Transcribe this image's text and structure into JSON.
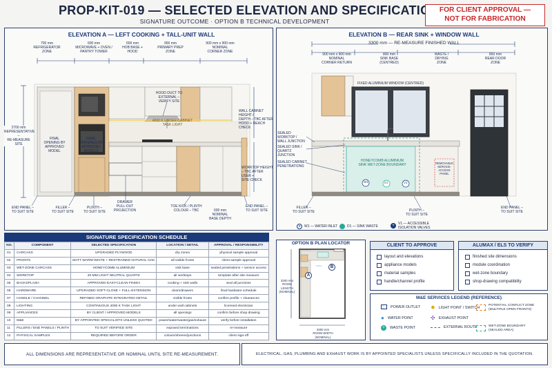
{
  "header": {
    "title": "PROP-KIT-019 — SELECTED ELEVATION AND SPECIFICATION",
    "subtitle1": "SIGNATURE OUTCOME",
    "subtitle2": "OPTION B TECHNICAL DEVELOPMENT",
    "approval_line1": "FOR CLIENT APPROVAL —",
    "approval_line2": "NOT FOR FABRICATION"
  },
  "elev_a": {
    "title": "ELEVATION A — LEFT COOKING + TALL-UNIT WALL",
    "dims": [
      {
        "l1": "700 mm",
        "l2": "REFRIGERATOR",
        "l3": "ZONE"
      },
      {
        "l1": "600 mm",
        "l2": "MICROWAVE + OVEN /",
        "l3": "PANTRY TOWER"
      },
      {
        "l1": "600 mm",
        "l2": "HOB BASE +",
        "l3": "HOOD"
      },
      {
        "l1": "900 mm",
        "l2": "PRIMARY PREP",
        "l3": "ZONE"
      },
      {
        "l1": "900 mm x 900 mm",
        "l2": "NOMINAL",
        "l3": "CORNER ZONE"
      }
    ],
    "height_l1": "2700 mm",
    "height_l2": "REPRESENTATIVE –",
    "height_l3": "RE-MEASURE SITE",
    "fridge_note": [
      "FINAL",
      "OPENING BY",
      "APPROVED",
      "MODEL"
    ],
    "oven_note": [
      "FINAL",
      "OPENINGS BY",
      "APPROVED",
      "MODELS"
    ],
    "hood_duct": [
      "HOOD DUCT TO",
      "EXTERNAL –",
      "VERIFY SITE"
    ],
    "task_light": [
      "4000 K UNDER-CABINET",
      "TASK LIGHT"
    ],
    "wall_cab": [
      "WALL CABINET HEIGHT /",
      "DEPTH – TBC AFTER",
      "HOOD + REACH CHECK"
    ],
    "worktop_h": [
      "WORKTOP HEIGHT",
      "– TBC AFTER USER +",
      "SITE CHECK"
    ],
    "end_panel": [
      "END PANEL –",
      "TO SUIT SITE"
    ],
    "filler": [
      "FILLER –",
      "TO SUIT SITE"
    ],
    "plinth": [
      "PLINTH –",
      "TO SUIT SITE"
    ],
    "drawer": [
      "DRAWER",
      "PULL-OUT",
      "PROJECTION"
    ],
    "toe_kick": [
      "TOE KICK / PLINTH",
      "COLOUR – TBC"
    ],
    "base_depth": [
      "600 mm",
      "NOMINAL",
      "BASE DEPTH"
    ]
  },
  "elev_b": {
    "title": "ELEVATION B — REAR SINK + WINDOW WALL",
    "overall": "3300 mm — RE-MEASURE FINISHED WALL",
    "dims": [
      {
        "l1": "900 mm x 900 mm",
        "l2": "NOMINAL",
        "l3": "CORNER RETURN"
      },
      {
        "l1": "800 mm",
        "l2": "SINK BASE",
        "l3": "(CENTRED)"
      },
      {
        "l1": "WASTE /",
        "l2": "DRYING",
        "l3": "ZONE"
      },
      {
        "l1": "850 mm",
        "l2": "REAR DOOR",
        "l3": "ZONE"
      }
    ],
    "window": "FIXED ALUMINIUM WINDOW (CENTRED)",
    "sealed_worktop": [
      "SEALED WORKTOP /",
      "WALL JUNCTION"
    ],
    "sealed_sink": [
      "SEALED SINK /",
      "QUARTZ JUNCTION"
    ],
    "sealed_cab": [
      "SEALED CABINET",
      "PENETRATIONS"
    ],
    "wetzone": [
      "HONEYCOMB ALUMINIUM",
      "SINK WET-ZONE BOUNDARY"
    ],
    "service_panel": [
      "REMOVABLE",
      "SERVICE-",
      "ACCESS",
      "PANEL"
    ],
    "filler": [
      "FILLER –",
      "TO SUIT SITE"
    ],
    "plinth": [
      "PLINTH –",
      "TO SUIT SITE"
    ],
    "end_panel": [
      "END PANEL –",
      "TO SUIT SITE"
    ],
    "w1": "W1 — WATER INLET",
    "d1": "D1 — SINK WASTE",
    "v1": [
      "V1 — ACCESSIBLE",
      "ISOLATION VALVES"
    ]
  },
  "schedule": {
    "title": "SIGNATURE SPECIFICATION SCHEDULE",
    "headers": [
      "NO.",
      "COMPONENT",
      "SELECTED SPECIFICATION",
      "LOCATION / DETAIL",
      "APPROVAL / RESPONSIBILITY"
    ],
    "rows": [
      [
        "01",
        "CARCASS",
        "UPGRADED PLYWOOD",
        "dry zones",
        "physical sample approval"
      ],
      [
        "02",
        "FRONTS",
        "MATT WARM-WHITE + RESTRAINED NATURAL OAK",
        "all visible fronts",
        "client sample approval"
      ],
      [
        "03",
        "WET-ZONE CARCASS",
        "HONEYCOMB ALUMINIUM",
        "sink base",
        "sealed penetrations + service access"
      ],
      [
        "04",
        "WORKTOP",
        "20 MM LIGHT NEUTRAL QUARTZ",
        "all worktops",
        "template after site measure"
      ],
      [
        "05",
        "BACKSPLASH",
        "APPROVED EASY-CLEAN FINISH",
        "cooking + sink walls",
        "seal all junctions"
      ],
      [
        "06",
        "HARDWARE",
        "UPGRADED SOFT-CLOSE + FULL-EXTENSION",
        "doors/drawers",
        "final hardware schedule"
      ],
      [
        "07",
        "HANDLE / CHANNEL",
        "REFINED GRAPHITE INTEGRATED DETAIL",
        "visible fronts",
        "confirm profile + clearances"
      ],
      [
        "08",
        "LIGHTING",
        "CONTINUOUS 4000 K TASK LIGHT",
        "under wall cabinets",
        "licensed electrician"
      ],
      [
        "09",
        "APPLIANCES",
        "BY CLIENT / APPROVED MODELS",
        "all openings",
        "confirm before shop drawing"
      ],
      [
        "10",
        "M&E",
        "BY APPOINTED SPECIALISTS UNLESS QUOTED",
        "power/water/waste/gas/exhaust",
        "verify before installation"
      ],
      [
        "11",
        "FILLERS / END PANELS / PLINTH",
        "TO SUIT VERIFIED SITE",
        "exposed terminations",
        "re-measure"
      ],
      [
        "12",
        "PHYSICAL SAMPLES",
        "REQUIRED BEFORE ORDER",
        "colours/sheens/junctions",
        "client sign-off"
      ]
    ]
  },
  "plan": {
    "title": "OPTION B PLAN LOCATOR",
    "length_l1": "3200 mm",
    "length_l2": "ROOM LENGTH",
    "length_l3": "(NOMINAL)",
    "width_l1": "3300 mm",
    "width_l2": "ROOM WIDTH",
    "width_l3": "(NOMINAL)",
    "tag_a": "A",
    "tag_b": "B"
  },
  "client": {
    "title": "CLIENT TO APPROVE",
    "items": [
      "layout and elevations",
      "appliance models",
      "material samples",
      "handle/channel profile"
    ]
  },
  "alumax": {
    "title": "ALUMAX / ELS TO VERIFY",
    "items": [
      "finished site dimensions",
      "module coordination",
      "wet-zone boundary",
      "shop-drawing compatibility"
    ]
  },
  "legend": {
    "title": "M&E SERVICES LEGEND (REFERENCE)",
    "power": "POWER OUTLET",
    "water": "WATER POINT",
    "waste": "WASTE POINT",
    "light": "LIGHT POINT / SWITCH",
    "exhaust": "EXHAUST POINT",
    "external": "EXTERNAL ROUTE",
    "conflict": [
      "POTENTIAL CONFLICT ZONE",
      "(MULTIPLE OPEN FRONTS)"
    ],
    "wetzone": [
      "WET-ZONE BOUNDARY",
      "(SEALED AREA)"
    ]
  },
  "footer": {
    "left": "ALL DIMENSIONS ARE REPRESENTATIVE OR NOMINAL UNTIL SITE RE-MEASUREMENT.",
    "right": "ELECTRICAL, GAS, PLUMBING AND EXHAUST WORK IS BY APPOINTED SPECIALISTS UNLESS SPECIFICALLY INCLUDED IN THE QUOTATION."
  },
  "colors": {
    "navy": "#1b3a7a",
    "oak": "#e4c496",
    "white_front": "#f3f1ec",
    "quartz": "#e6e3dc",
    "wetzone": "#2aa89a",
    "red": "#c62828",
    "light": "#f2d25a"
  }
}
